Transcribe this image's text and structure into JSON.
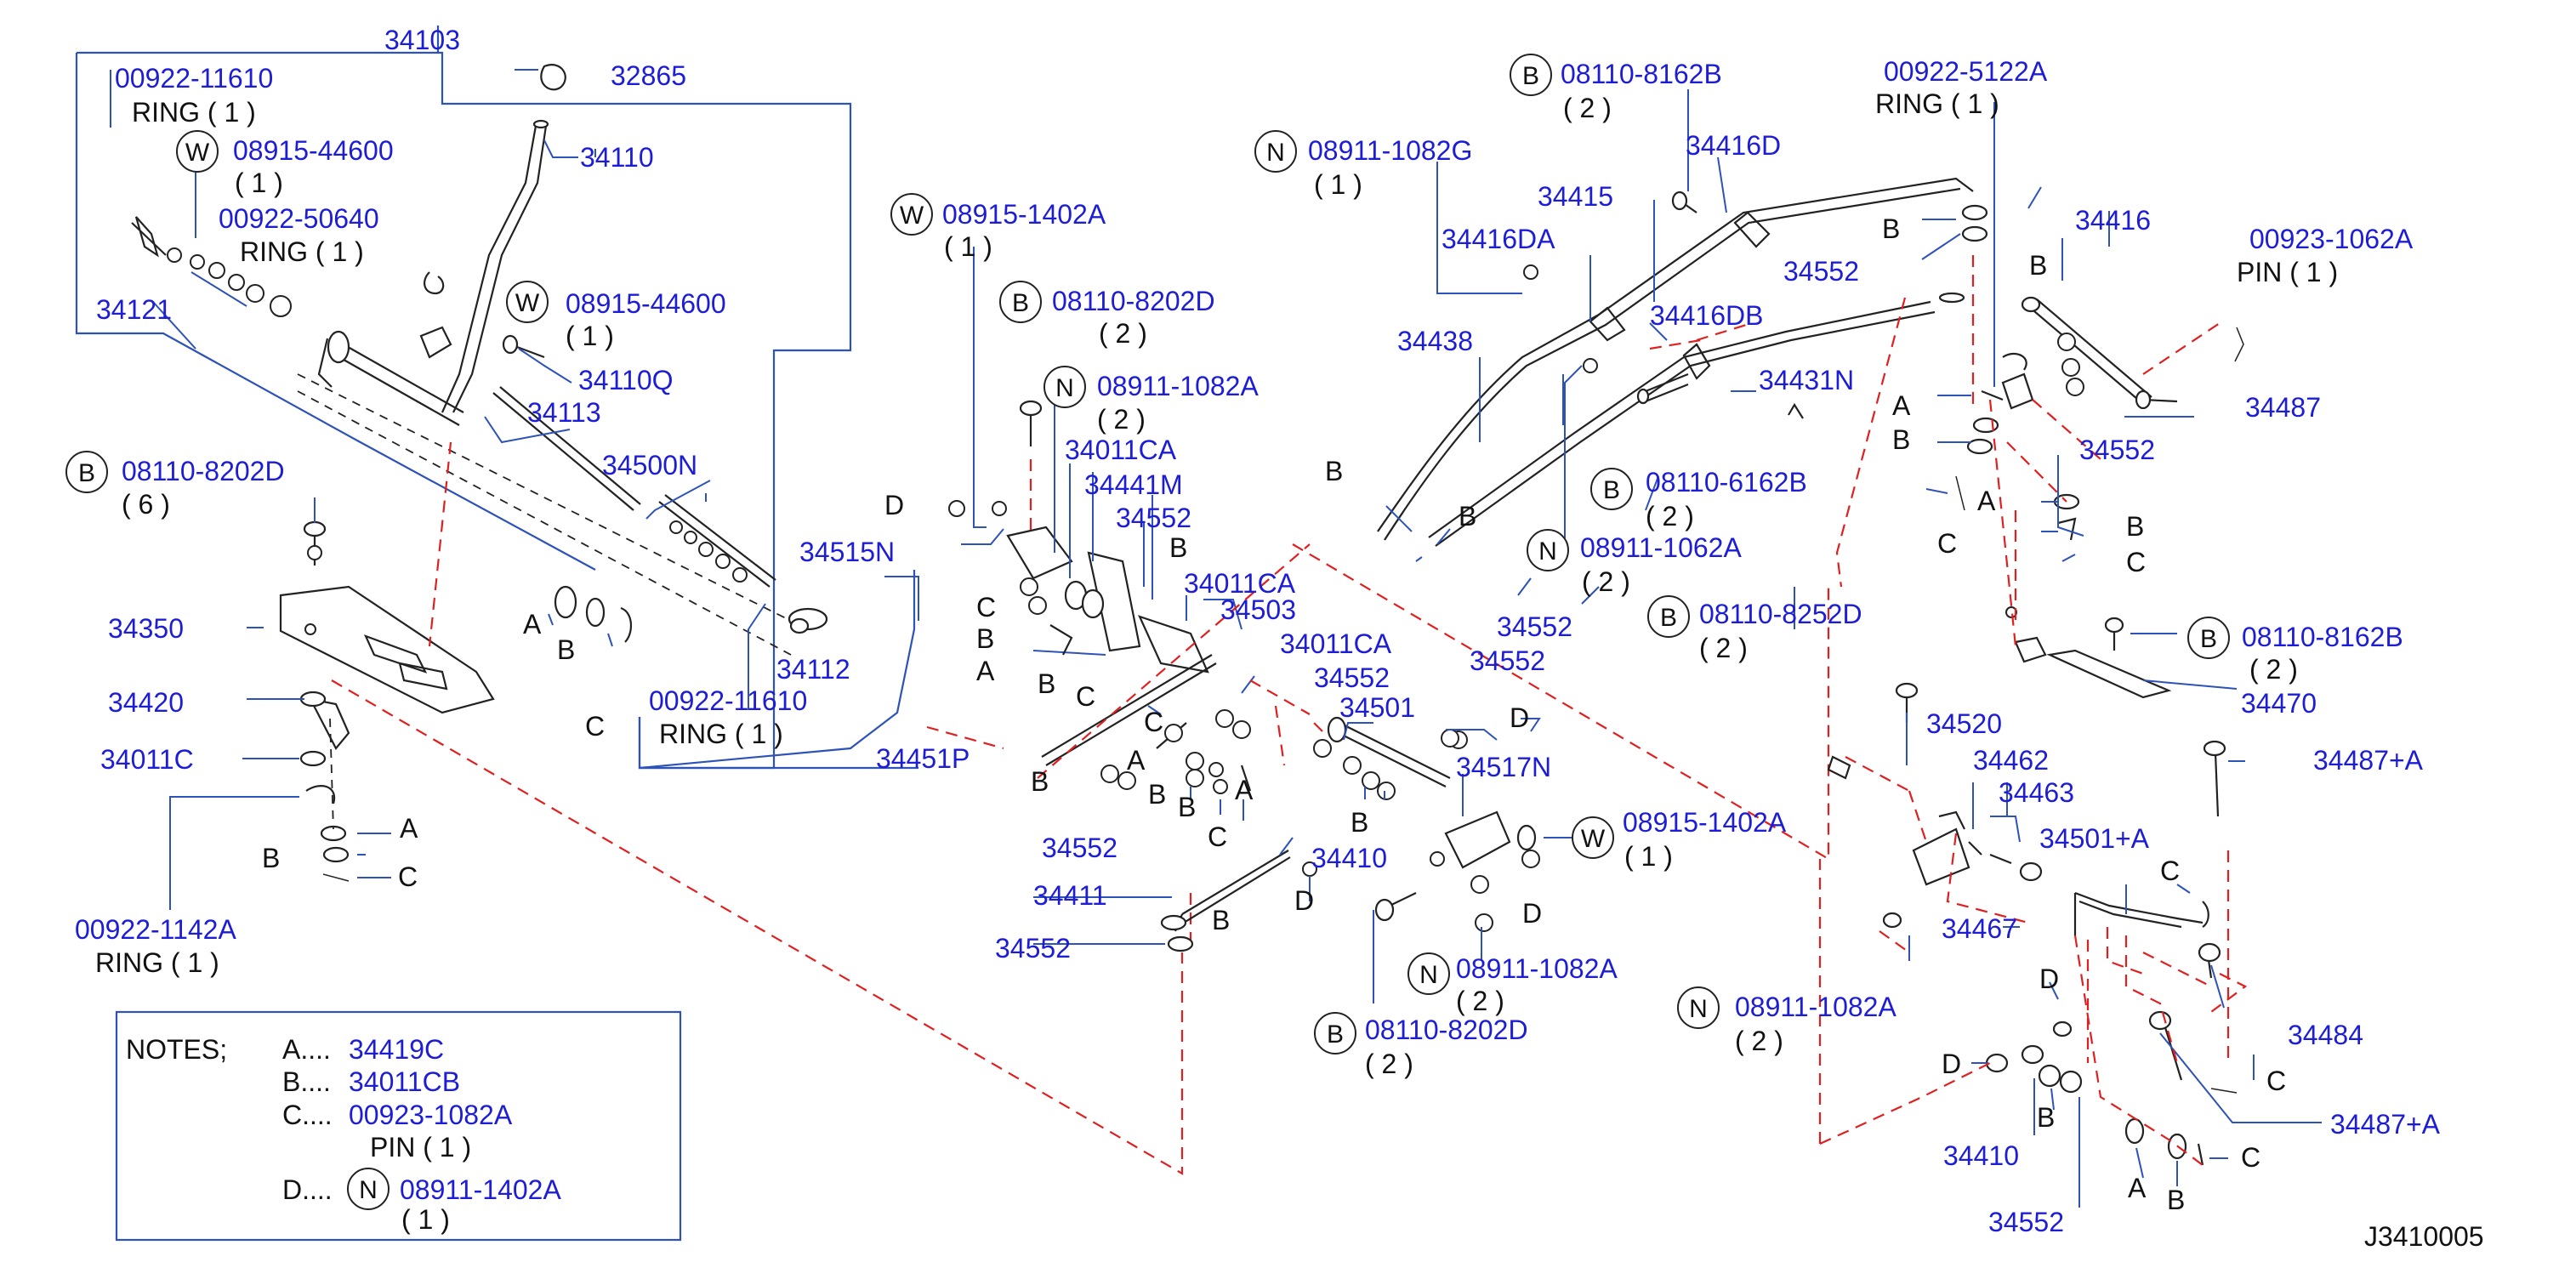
{
  "diagram_code": "J3410005",
  "labels": {
    "l_34103": "34103",
    "l_32865": "32865",
    "l_00922_11610_a": "00922-11610",
    "l_ring1_a": "RING ( 1 )",
    "l_08915_44600_a": "08915-44600",
    "l_qty1_a": "( 1 )",
    "l_00922_50640": "00922-50640",
    "l_ring1_b": "RING ( 1 )",
    "l_34121": "34121",
    "l_34110": "34110",
    "l_08915_44600_b": "08915-44600",
    "l_qty1_b": "( 1 )",
    "l_34110q": "34110Q",
    "l_34113": "34113",
    "l_34500n": "34500N",
    "l_08110_8202d_a": "08110-8202D",
    "l_qty6": "( 6 )",
    "l_34350": "34350",
    "l_34420": "34420",
    "l_34011c": "34011C",
    "l_00922_1142a": "00922-1142A",
    "l_ring1_c": "RING ( 1 )",
    "l_34515n": "34515N",
    "l_34112": "34112",
    "l_00922_11610_b": "00922-11610",
    "l_ring1_d": "RING ( 1 )",
    "l_34451p": "34451P",
    "l_08915_1402a_a": "08915-1402A",
    "l_qty1_c": "( 1 )",
    "l_08110_8202d_b": "08110-8202D",
    "l_qty2_a": "( 2 )",
    "l_08911_1082a_a": "08911-1082A",
    "l_qty2_b": "( 2 )",
    "l_34011ca_a": "34011CA",
    "l_34441m": "34441M",
    "l_34552_a": "34552",
    "l_34011ca_b": "34011CA",
    "l_34503": "34503",
    "l_34011ca_c": "34011CA",
    "l_34552_b": "34552",
    "l_34501": "34501",
    "l_34517n": "34517N",
    "l_34552_c": "34552",
    "l_34411": "34411",
    "l_34552_d": "34552",
    "l_34410_a": "34410",
    "l_08915_1402a_b": "08915-1402A",
    "l_qty1_d": "( 1 )",
    "l_08911_1082a_b": "08911-1082A",
    "l_qty2_c": "( 2 )",
    "l_08110_8202d_c": "08110-8202D",
    "l_qty2_d": "( 2 )",
    "l_08911_1082g": "08911-1082G",
    "l_qty1_e": "( 1 )",
    "l_08110_8162b_a": "08110-8162B",
    "l_qty2_e": "( 2 )",
    "l_34416d": "34416D",
    "l_34415": "34415",
    "l_34416da": "34416DA",
    "l_34552_e": "34552",
    "l_34416db": "34416DB",
    "l_34438": "34438",
    "l_34431n": "34431N",
    "l_08110_6162b": "08110-6162B",
    "l_qty2_f": "( 2 )",
    "l_08911_1062a": "08911-1062A",
    "l_qty2_g": "( 2 )",
    "l_34552_f": "34552",
    "l_34552_g": "34552",
    "l_08110_8252d": "08110-8252D",
    "l_qty2_h": "( 2 )",
    "l_00922_5122a": "00922-5122A",
    "l_ring1_e": "RING ( 1 )",
    "l_34416": "34416",
    "l_00923_1062a": "00923-1062A",
    "l_pin1": "PIN ( 1 )",
    "l_34487": "34487",
    "l_34552_h": "34552",
    "l_08110_8162b_b": "08110-8162B",
    "l_qty2_i": "( 2 )",
    "l_34470": "34470",
    "l_34520": "34520",
    "l_34462": "34462",
    "l_34463": "34463",
    "l_34487a_a": "34487+A",
    "l_34501a": "34501+A",
    "l_34467": "34467",
    "l_34484": "34484",
    "l_08911_1082a_c": "08911-1082A",
    "l_qty2_j": "( 2 )",
    "l_34410_b": "34410",
    "l_34487a_b": "34487+A",
    "l_34552_i": "34552"
  },
  "refs": {
    "a": "A",
    "b": "B",
    "c": "C",
    "d": "D"
  },
  "symbols": {
    "w": "W",
    "b": "B",
    "n": "N"
  },
  "notes": {
    "title": "NOTES;",
    "a_key": "A....",
    "a_val": "34419C",
    "b_key": "B....",
    "b_val": "34011CB",
    "c_key": "C....",
    "c_val": "00923-1082A",
    "c_sub": "PIN ( 1 )",
    "d_key": "D....",
    "d_sym": "N",
    "d_val": "08911-1402A",
    "d_sub": "( 1 )"
  },
  "colors": {
    "part_number": "#1d1dd6",
    "leader": "#2d52b8",
    "dashed_link": "#e02020",
    "drawing": "#222222"
  }
}
